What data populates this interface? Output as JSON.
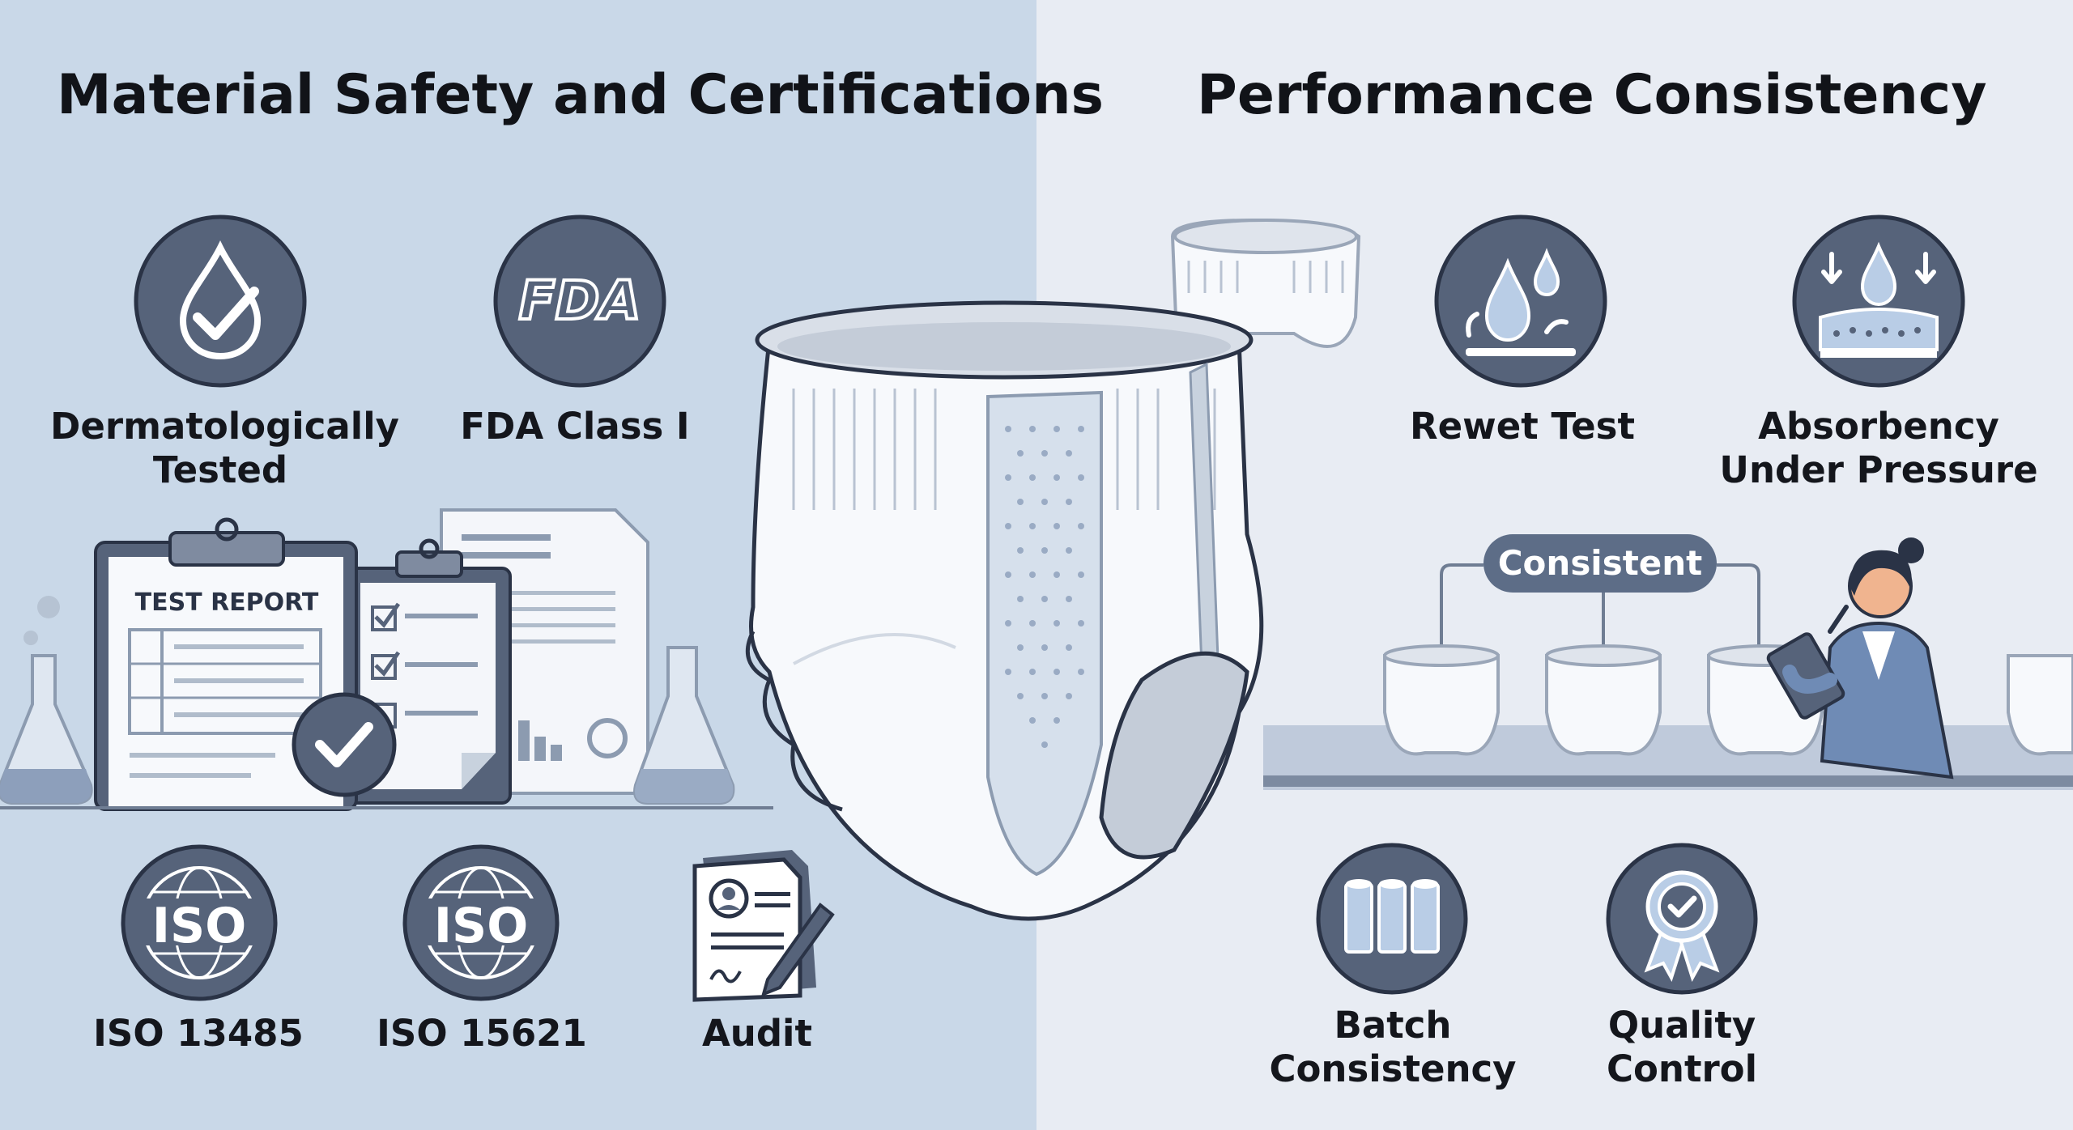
{
  "left_panel": {
    "heading": "Material Safety and Certifications",
    "badges": [
      {
        "label_line1": "Dermatologically",
        "label_line2": "Tested",
        "icon": "drop-check-icon"
      },
      {
        "label_line1": "FDA Class I",
        "icon": "fda-icon",
        "icon_text": "FDA"
      },
      {
        "label_line1": "ISO 13485",
        "icon": "iso-globe-icon",
        "icon_text": "ISO"
      },
      {
        "label_line1": "ISO 15621",
        "icon": "iso-globe-icon",
        "icon_text": "ISO"
      },
      {
        "label_line1": "Audit",
        "icon": "audit-document-icon"
      }
    ],
    "test_report": {
      "title": "TEST REPORT"
    }
  },
  "right_panel": {
    "heading": "Performance Consistency",
    "badges": [
      {
        "label_line1": "Rewet Test",
        "icon": "rewet-drops-icon"
      },
      {
        "label_line1": "Absorbency",
        "label_line2": "Under Pressure",
        "icon": "absorbency-pressure-icon"
      },
      {
        "label_line1": "Batch",
        "label_line2": "Consistency",
        "icon": "batch-cylinders-icon"
      },
      {
        "label_line1": "Quality",
        "label_line2": "Control",
        "icon": "quality-ribbon-icon"
      }
    ],
    "consistent_label": "Consistent"
  },
  "colors": {
    "left_bg": "#c9d8e8",
    "right_bg": "#e8ecf3",
    "icon_circle": "#56637a",
    "icon_stroke": "#2a3346",
    "icon_fill": "#ffffff",
    "accent_blue": "#b9cde6"
  }
}
